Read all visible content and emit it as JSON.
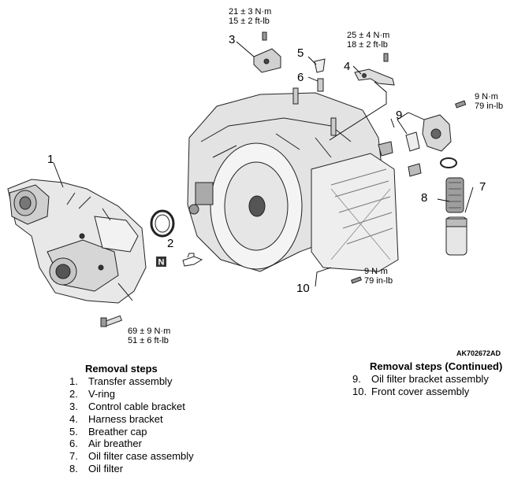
{
  "diagram": {
    "callouts": {
      "c1": "1",
      "c2": "2",
      "c3": "3",
      "c4": "4",
      "c5": "5",
      "c6": "6",
      "c7": "7",
      "c8": "8",
      "c9": "9",
      "c10": "10"
    },
    "new_part_symbol": "N",
    "torque": {
      "t3_nm": "21 ± 3 N·m",
      "t3_ftlb": "15 ± 2 ft-lb",
      "t4_nm": "25 ± 4 N·m",
      "t4_ftlb": "18 ± 2 ft-lb",
      "t9_nm": "9 N·m",
      "t9_inlb": "79 in-lb",
      "t10_nm": "9 N·m",
      "t10_inlb": "79 in-lb",
      "t1_nm": "69 ± 9 N·m",
      "t1_ftlb": "51 ± 6 ft-lb"
    },
    "figure_code": "AK702672AD"
  },
  "removal_steps": {
    "title": "Removal steps",
    "items": [
      {
        "num": "1.",
        "text": "Transfer assembly"
      },
      {
        "num": "2.",
        "text": "V-ring"
      },
      {
        "num": "3.",
        "text": "Control cable bracket"
      },
      {
        "num": "4.",
        "text": "Harness bracket"
      },
      {
        "num": "5.",
        "text": "Breather cap"
      },
      {
        "num": "6.",
        "text": "Air breather"
      },
      {
        "num": "7.",
        "text": "Oil filter case assembly"
      },
      {
        "num": "8.",
        "text": "Oil filter"
      }
    ]
  },
  "removal_steps_continued": {
    "title": "Removal steps (Continued)",
    "items": [
      {
        "num": "9.",
        "text": "Oil filter bracket assembly"
      },
      {
        "num": "10.",
        "text": "Front cover assembly"
      }
    ]
  }
}
